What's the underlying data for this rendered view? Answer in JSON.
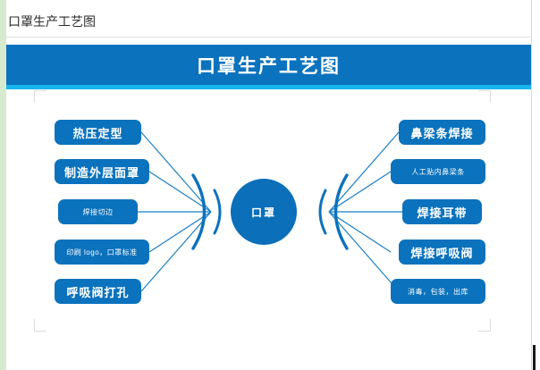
{
  "document": {
    "title": "口罩生产工艺图"
  },
  "banner": {
    "title": "口罩生产工艺图",
    "background": "#0b72bd",
    "accent": "#18b6f0",
    "text_color": "#ffffff"
  },
  "diagram": {
    "type": "radial-process-diagram",
    "center": {
      "label": "口罩",
      "color": "#0b6fba"
    },
    "node_color": "#0b72bd",
    "line_color": "#1b7fc4",
    "left_nodes": [
      {
        "label": "热压定型",
        "emphasis": "big"
      },
      {
        "label": "制造外层面罩",
        "emphasis": "big"
      },
      {
        "label": "焊接切边",
        "emphasis": "small"
      },
      {
        "label": "印刷 logo，口罩标准",
        "emphasis": "small"
      },
      {
        "label": "呼吸阀打孔",
        "emphasis": "big"
      }
    ],
    "right_nodes": [
      {
        "label": "鼻梁条焊接",
        "emphasis": "big"
      },
      {
        "label": "人工贴内鼻梁条",
        "emphasis": "small"
      },
      {
        "label": "焊接耳带",
        "emphasis": "big"
      },
      {
        "label": "焊接呼吸阀",
        "emphasis": "big"
      },
      {
        "label": "消毒，包装，出库",
        "emphasis": "small"
      }
    ]
  }
}
